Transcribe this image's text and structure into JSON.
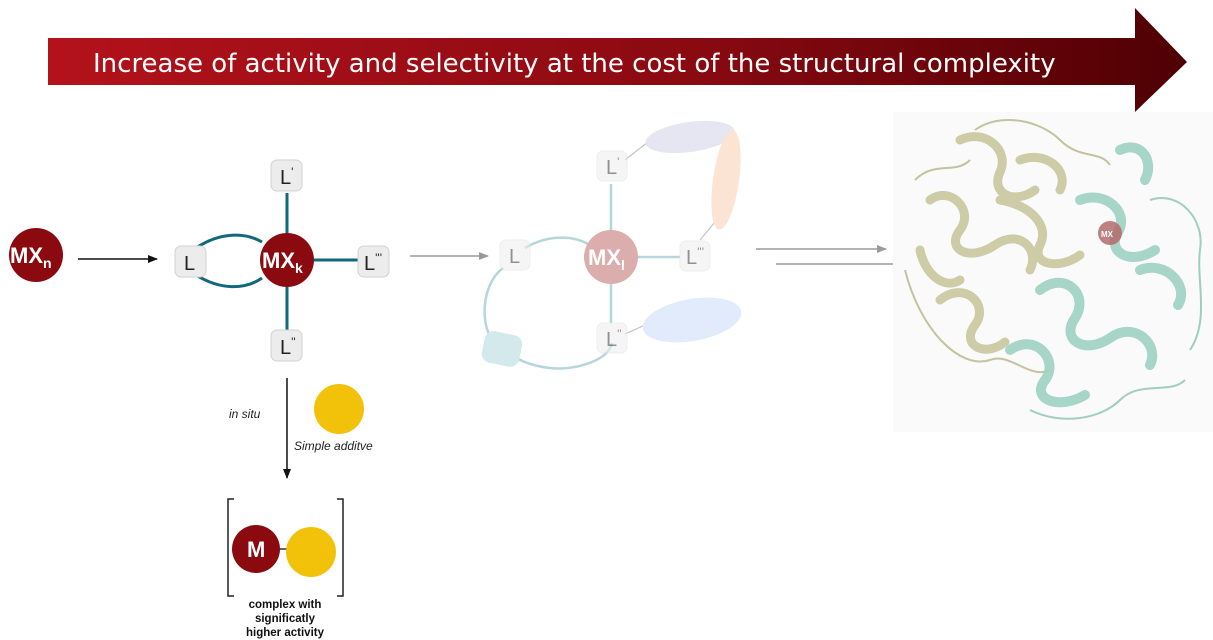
{
  "header": {
    "text": "Increase of activity and selectivity at the cost of the structural complexity",
    "color_dark": "#5a0005",
    "color_light": "#a60712"
  },
  "colors": {
    "metal": "#8a0a10",
    "bond": "#12697d",
    "additive": "#f2c20a",
    "ligand_box": "#ececec"
  },
  "stage1": {
    "metal": "MX",
    "metal_sub": "n"
  },
  "stage2": {
    "metal": "MX",
    "metal_sub": "k",
    "ligand_left": "L",
    "ligand_top": "L",
    "ligand_top_sup": "'",
    "ligand_right": "L",
    "ligand_right_sup": "'''",
    "ligand_bottom": "L",
    "ligand_bottom_sup": "''"
  },
  "stage3": {
    "metal": "MX",
    "metal_sub": "l",
    "ligand_left": "L",
    "ligand_top": "L",
    "ligand_top_sup": "'",
    "ligand_right": "L",
    "ligand_right_sup": "'''",
    "ligand_bottom": "L",
    "ligand_bottom_sup": "''"
  },
  "stage4": {
    "metal": "MX"
  },
  "additive_branch": {
    "arrow_note": "in situ",
    "additive_label": "Simple additve",
    "complex_metal": "M",
    "caption_lines": [
      "complex with",
      "significatly",
      "higher activity"
    ]
  }
}
